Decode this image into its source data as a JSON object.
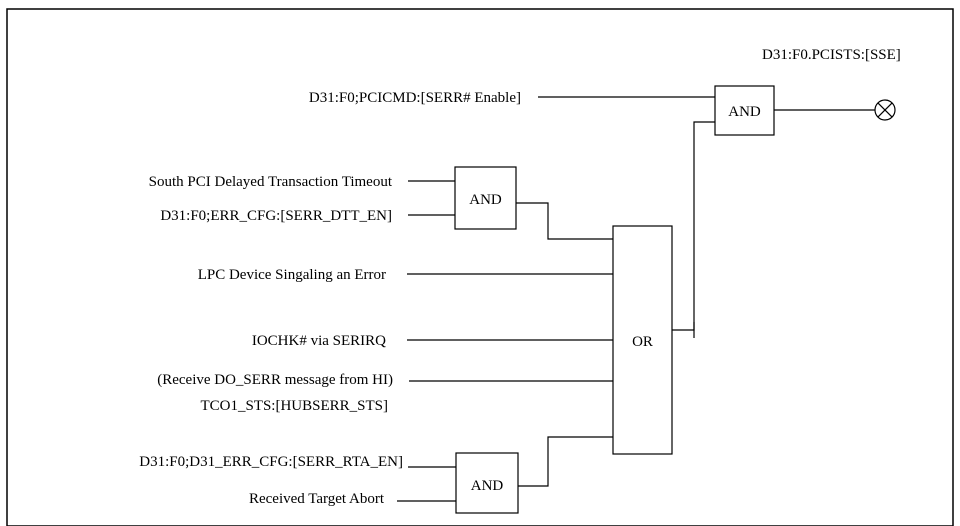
{
  "output": {
    "label": "D31:F0.PCISTS:[SSE]"
  },
  "inputs": {
    "serr_enable": "D31:F0;PCICMD:[SERR# Enable]",
    "south_pci_timeout": "South PCI Delayed Transaction Timeout",
    "serr_dtt_en": "D31:F0;ERR_CFG:[SERR_DTT_EN]",
    "lpc_error": "LPC Device Singaling an Error",
    "iochk": "IOCHK# via SERIRQ",
    "receive_do_serr_line1": "(Receive DO_SERR message from HI)",
    "receive_do_serr_line2": "TCO1_STS:[HUBSERR_STS]",
    "serr_rta_en": "D31:F0;D31_ERR_CFG:[SERR_RTA_EN]",
    "received_target_abort": "Received Target Abort"
  },
  "gates": {
    "and_top": "AND",
    "and_dtt": "AND",
    "or_main": "OR",
    "and_rta": "AND"
  }
}
